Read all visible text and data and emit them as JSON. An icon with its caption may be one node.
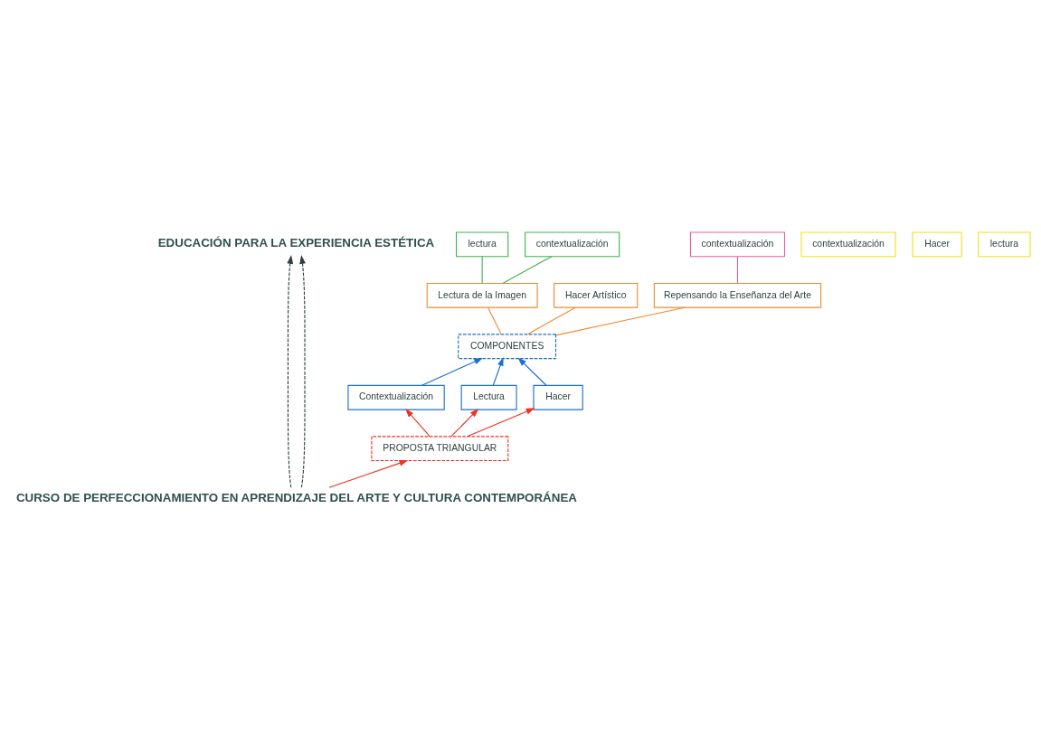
{
  "diagram": {
    "nodes": [
      {
        "text": [
          "EDUCACIÓN PARA LA EXPERIENCIA ESTÉTICA"
        ]
      },
      {
        "text": [
          "lectura"
        ]
      },
      {
        "text": [
          "Lectura de la Imagen"
        ]
      },
      {
        "text": [
          "contextualización"
        ]
      },
      {
        "text": [
          "Hacer Artístico"
        ]
      },
      {
        "text": [
          "Repensando la Enseñanza del Arte"
        ]
      },
      {
        "text": [
          "contextualización"
        ]
      },
      {
        "text": [
          "COMPONENTES"
        ]
      },
      {
        "text": [
          "Hacer"
        ]
      },
      {
        "text": [
          "contextualización"
        ]
      },
      {
        "text": [
          "lectura"
        ]
      },
      {
        "text": [
          "Contextualización"
        ]
      },
      {
        "text": [
          "Lectura"
        ]
      },
      {
        "text": [
          "Hacer"
        ]
      },
      {
        "text": [
          "PROPOSTA TRIANGULAR"
        ]
      },
      {
        "text": [
          "CURSO DE PERFECCIONAMIENTO EN APRENDIZAJE DEL ARTE Y CULTURA CONTEMPORÁNEA"
        ]
      }
    ],
    "edges": [
      {
        "from": 15,
        "to": 0,
        "arrow": "to",
        "style": "dashed",
        "color": "#2f3f3f"
      },
      {
        "from": 15,
        "to": 0,
        "arrow": "to",
        "style": "dashed",
        "color": "#2f3f3f"
      },
      {
        "from": 2,
        "to": 1,
        "arrow": "none",
        "color": "#3cb44b"
      },
      {
        "from": 2,
        "to": 3,
        "arrow": "none",
        "color": "#3cb44b"
      },
      {
        "from": 7,
        "to": 4,
        "arrow": "none",
        "color": "#f08a30"
      },
      {
        "from": 7,
        "to": 2,
        "arrow": "none",
        "color": "#f08a30"
      },
      {
        "from": 7,
        "to": 5,
        "arrow": "none",
        "color": "#f08a30"
      },
      {
        "from": 5,
        "to": 9,
        "arrow": "none",
        "color": "#e8609a"
      },
      {
        "from": 11,
        "to": 7,
        "arrow": "to",
        "color": "#1a6fd0"
      },
      {
        "from": 12,
        "to": 7,
        "arrow": "to",
        "color": "#1a6fd0"
      },
      {
        "from": 13,
        "to": 7,
        "arrow": "to",
        "color": "#1a6fd0"
      },
      {
        "from": 14,
        "to": 11,
        "arrow": "to",
        "color": "#f03020"
      },
      {
        "from": 14,
        "to": 12,
        "arrow": "to",
        "color": "#f03020"
      },
      {
        "from": 14,
        "to": 13,
        "arrow": "to",
        "color": "#f03020"
      },
      {
        "from": 15,
        "to": 14,
        "arrow": "to",
        "color": "#f03020"
      }
    ]
  }
}
